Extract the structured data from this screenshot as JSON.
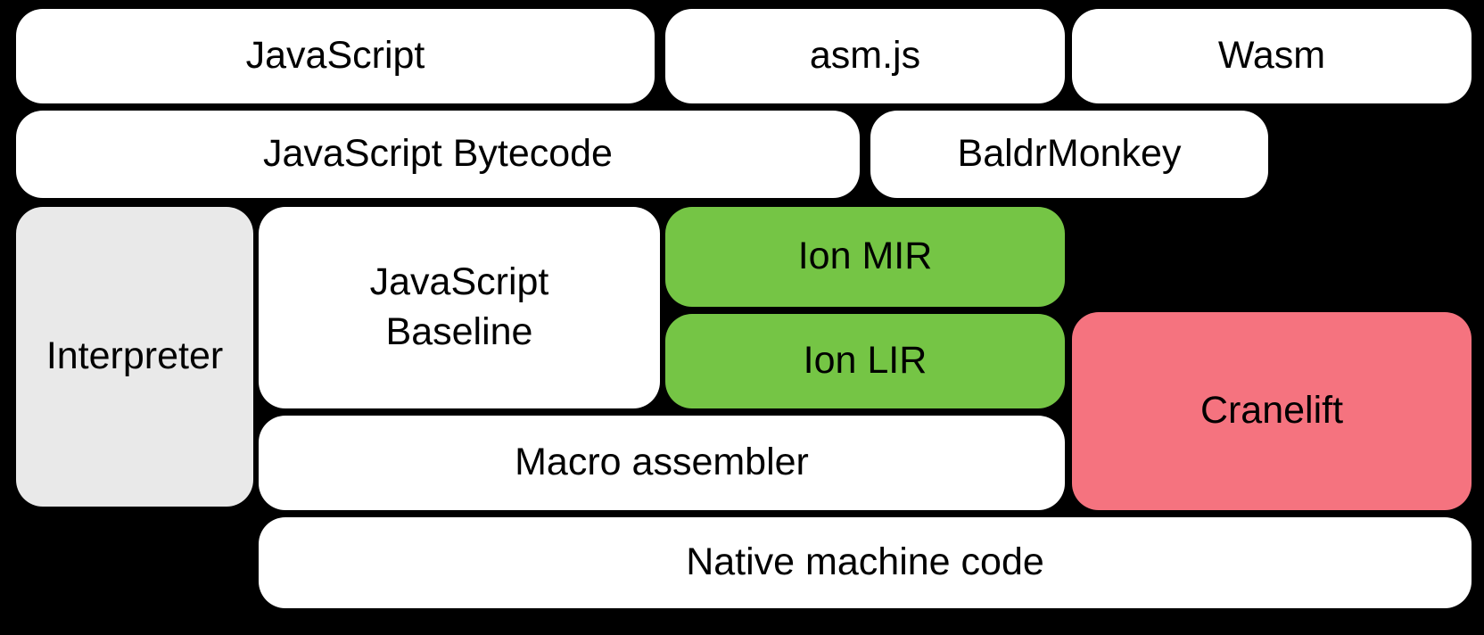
{
  "colors": {
    "background": "#000000",
    "box_white": "#ffffff",
    "box_gray": "#e9e9e9",
    "box_green": "#75c545",
    "box_pink": "#f5737f",
    "label_text": "#000000"
  },
  "nodes": {
    "javascript": {
      "label": "JavaScript"
    },
    "asmjs": {
      "label": "asm.js"
    },
    "wasm": {
      "label": "Wasm"
    },
    "bytecode": {
      "label": "JavaScript Bytecode"
    },
    "baldrmonkey": {
      "label": "BaldrMonkey"
    },
    "interpreter": {
      "label": "Interpreter"
    },
    "baseline": {
      "label_line1": "JavaScript",
      "label_line2": "Baseline"
    },
    "ion_mir": {
      "label": "Ion MIR"
    },
    "ion_lir": {
      "label": "Ion LIR"
    },
    "cranelift": {
      "label": "Cranelift"
    },
    "macro_assembler": {
      "label": "Macro assembler"
    },
    "native_machine_code": {
      "label": "Native machine code"
    }
  }
}
